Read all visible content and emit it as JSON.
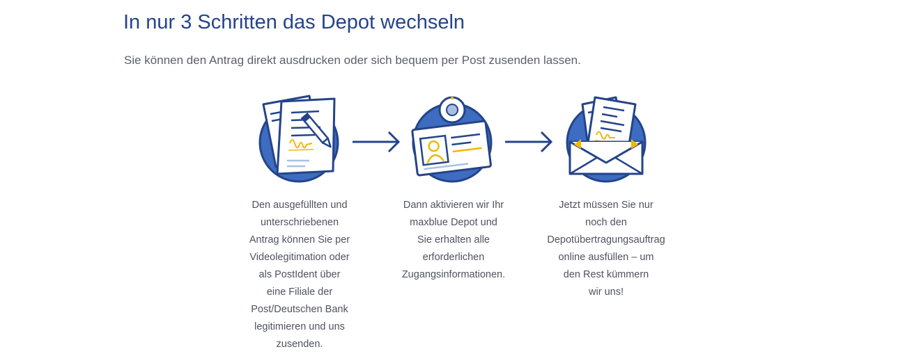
{
  "headline": "In nur 3 Schritten das Depot wechseln",
  "intro": "Sie können den Antrag direkt ausdrucken oder sich bequem per Post zusenden lassen.",
  "colors": {
    "heading": "#24448a",
    "icon_blue": "#3d6cc0",
    "icon_dark": "#24448a",
    "accent_yellow": "#f2b705",
    "body_text": "#4f5360"
  },
  "steps": [
    {
      "icon": "signed-documents-icon",
      "text": "Den ausgefüllten und\nunterschriebenen\nAntrag können Sie per\nVideolegitimation oder\nals PostIdent über\neine Filiale der\nPost/Deutschen Bank\nlegitimieren und uns\nzusenden."
    },
    {
      "icon": "video-id-card-icon",
      "text": "Dann aktivieren wir Ihr\nmaxblue Depot und\nSie erhalten alle\nerforderlichen\nZugangsinformationen."
    },
    {
      "icon": "envelope-documents-icon",
      "text": "Jetzt müssen Sie nur\nnoch den\nDepotübertragungsauftrag\nonline ausfüllen – um\nden Rest kümmern\nwir uns!"
    }
  ],
  "arrows": [
    "arrow-right-icon",
    "arrow-right-icon"
  ]
}
